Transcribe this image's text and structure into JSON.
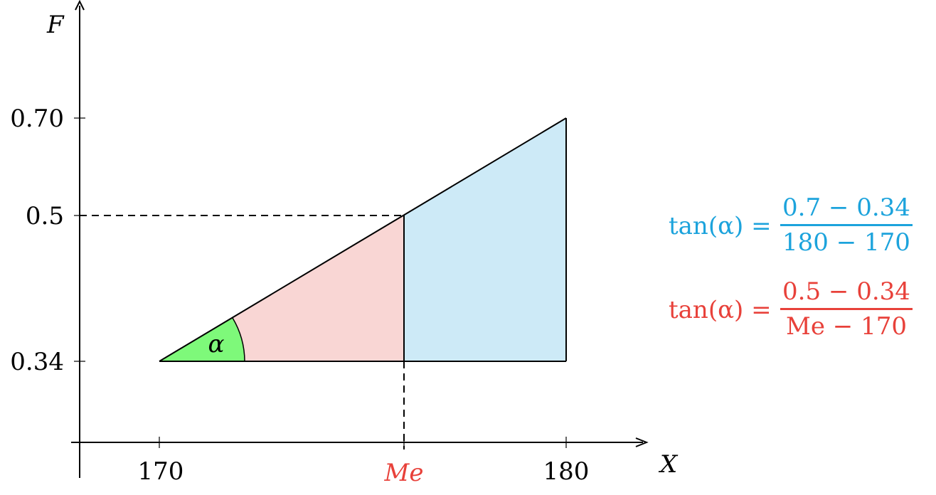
{
  "axes": {
    "x_label": "X",
    "y_label": "F",
    "x_ticks": [
      "170",
      "180"
    ],
    "x_special_tick": "Me",
    "y_ticks": [
      "0.70",
      "0.5",
      "0.34"
    ]
  },
  "angle_label": "α",
  "colors": {
    "blue_fill": "#cdeaf7",
    "red_fill": "#f9d6d4",
    "green_fill": "#7ef97a",
    "blue_text": "#1ca3dc",
    "red_text": "#e8413a"
  },
  "formulas": [
    {
      "lhs": "tan(α) =",
      "numerator": "0.7 − 0.34",
      "denominator": "180 − 170"
    },
    {
      "lhs": "tan(α) =",
      "numerator": "0.5 − 0.34",
      "denominator": "Me − 170"
    }
  ]
}
